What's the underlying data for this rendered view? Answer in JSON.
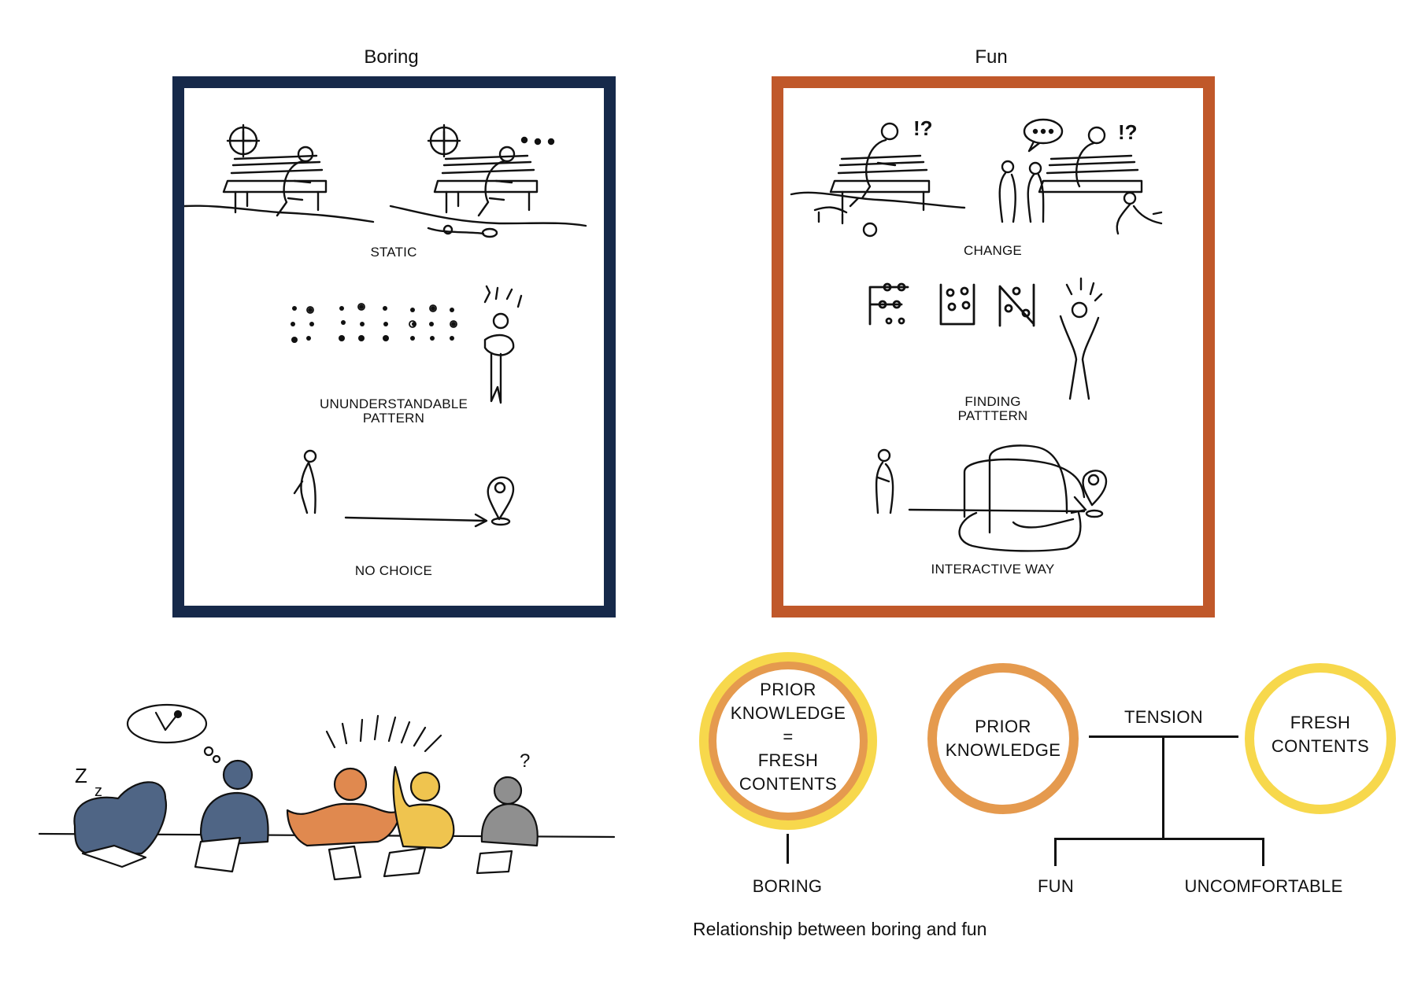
{
  "boring": {
    "title": "Boring",
    "color": "#16294a",
    "captions": {
      "static": "STATIC",
      "pattern_line1": "UNUNDERSTANDABLE",
      "pattern_line2": "PATTERN",
      "choice": "NO CHOICE"
    }
  },
  "fun": {
    "title": "Fun",
    "color": "#c0582a",
    "captions": {
      "change": "CHANGE",
      "pattern_line1": "FINDING",
      "pattern_line2": "PATTTERN",
      "way": "INTERACTIVE WAY"
    }
  },
  "diagram": {
    "combined_ring": {
      "line1": "PRIOR",
      "line2": "KNOWLEDGE",
      "line3": "=",
      "line4": "FRESH",
      "line5": "CONTENTS"
    },
    "prior_ring": {
      "line1": "PRIOR",
      "line2": "KNOWLEDGE"
    },
    "fresh_ring": {
      "line1": "FRESH",
      "line2": "CONTENTS"
    },
    "tension": "TENSION",
    "boring_label": "BORING",
    "fun_label": "FUN",
    "uncomfortable_label": "UNCOMFORTABLE",
    "caption": "Relationship between boring and fun",
    "colors": {
      "orange": "#e59a4e",
      "yellow": "#f7d84c"
    }
  },
  "people_colors": {
    "blue": "#4f6585",
    "orange": "#e0894f",
    "yellow": "#efc44f",
    "gray": "#8f8f8f"
  }
}
